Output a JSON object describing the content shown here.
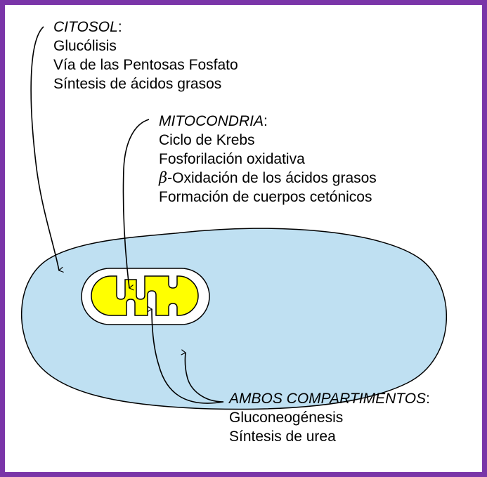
{
  "colors": {
    "frame_border": "#7a35a8",
    "cytosol_fill": "#bfe0f2",
    "mitochondrion_outer_fill": "#ffffff",
    "mitochondrion_matrix_fill": "#ffff00",
    "stroke": "#000000"
  },
  "citosol": {
    "heading": "CITOSOL",
    "heading_suffix": ":",
    "items": [
      "Glucólisis",
      "Vía de las Pentosas Fosfato",
      "Síntesis de ácidos grasos"
    ]
  },
  "mitocondria": {
    "heading": "MITOCONDRIA",
    "heading_suffix": ":",
    "items": [
      "Ciclo de Krebs",
      "Fosforilación oxidativa",
      "Oxidación de los ácidos grasos",
      "Formación de cuerpos cetónicos"
    ],
    "beta_symbol": "β",
    "beta_hyphen": "-"
  },
  "ambos": {
    "heading": "AMBOS COMPARTIMENTOS",
    "heading_suffix": ":",
    "items": [
      "Gluconeogénesis",
      "Síntesis de urea"
    ]
  }
}
